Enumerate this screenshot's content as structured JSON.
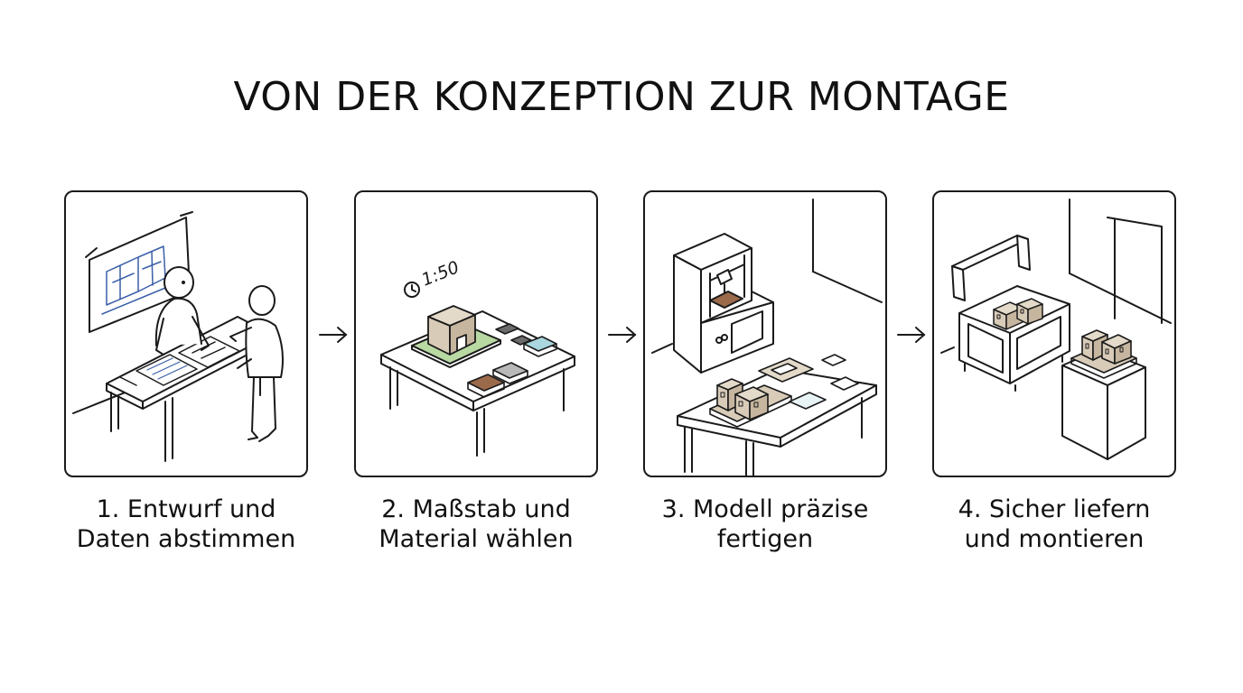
{
  "title": "VON DER KONZEPTION ZUR MONTAGE",
  "steps": [
    {
      "line1": "1. Entwurf und",
      "line2": "Daten abstimmen"
    },
    {
      "line1": "2. Maßstab und",
      "line2": "Material wählen"
    },
    {
      "line1": "3. Modell präzise",
      "line2": "fertigen"
    },
    {
      "line1": "4. Sicher liefern",
      "line2": "und montieren"
    }
  ],
  "scale_label": "1:50",
  "colors": {
    "stroke": "#1a1a1a",
    "blueprint": "#3a5fa8",
    "model_beige": "#d8cbb8",
    "plate_green": "#b9d9a3",
    "tile_brown": "#9b6a4a",
    "tile_grey": "#b8b8b8",
    "tile_blue": "#a9d6df",
    "tile_dark": "#6b6b6b"
  },
  "icons": [
    "clock-icon",
    "arrow-right-icon"
  ]
}
